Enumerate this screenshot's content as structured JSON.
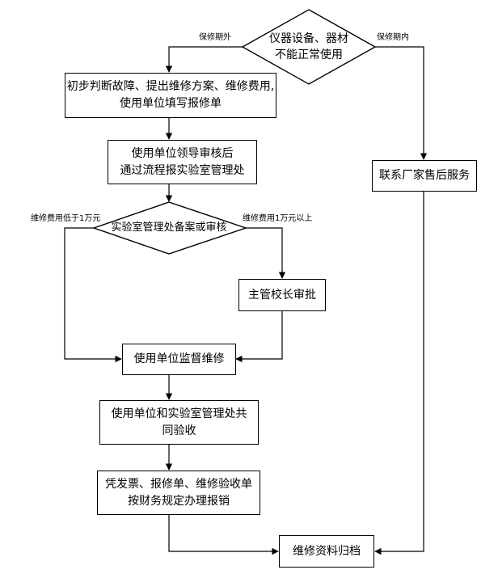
{
  "nodes": {
    "start": {
      "lines": [
        "仪器设备、器材",
        "不能正常使用"
      ]
    },
    "diagnose": {
      "lines": [
        "初步判断故障、提出维修方案、维修费用,",
        "使用单位填写报修单"
      ]
    },
    "leader_review": {
      "lines": [
        "使用单位领导审核后",
        "通过流程报实验室管理处"
      ]
    },
    "lab_review": {
      "lines": [
        "实验室管理处备案或审核"
      ]
    },
    "vp_approve": {
      "lines": [
        "主管校长审批"
      ]
    },
    "supervise": {
      "lines": [
        "使用单位监督维修"
      ]
    },
    "accept": {
      "lines": [
        "使用单位和实验室管理处共",
        "同验收"
      ]
    },
    "reimburse": {
      "lines": [
        "凭发票、报修单、维修验收单",
        "按财务规定办理报销"
      ]
    },
    "vendor": {
      "lines": [
        "联系厂家售后服务"
      ]
    },
    "archive": {
      "lines": [
        "维修资料归档"
      ]
    }
  },
  "edge_labels": {
    "out_of_warranty": "保修期外",
    "in_warranty": "保修期内",
    "under_10k": "维修费用低于1万元",
    "over_10k": "维修费用1万元以上"
  },
  "colors": {
    "line": "#000000",
    "background": "#ffffff"
  }
}
